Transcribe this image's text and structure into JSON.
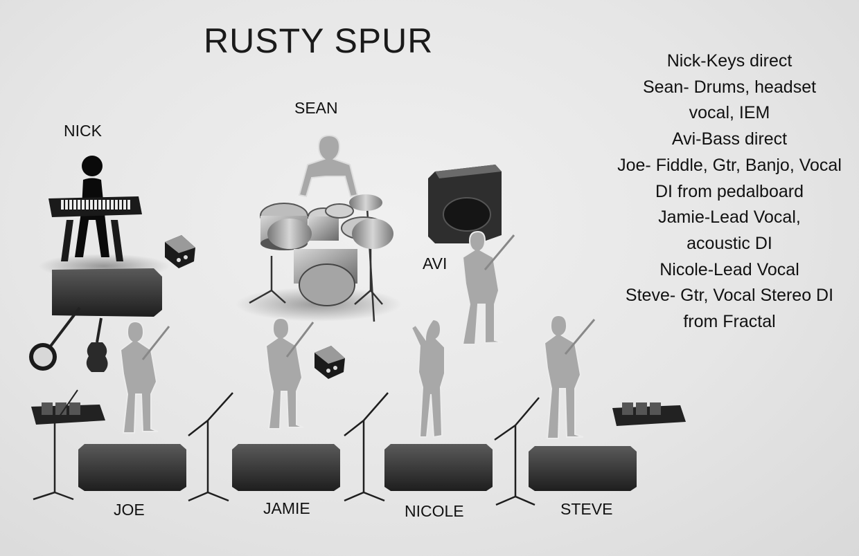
{
  "title": "RUSTY SPUR",
  "labels": {
    "nick": "NICK",
    "sean": "SEAN",
    "avi": "AVI",
    "joe": "JOE",
    "jamie": "JAMIE",
    "nicole": "NICOLE",
    "steve": "STEVE"
  },
  "notes": [
    "Nick-Keys direct",
    "Sean- Drums, headset",
    "vocal, IEM",
    "Avi-Bass direct",
    "Joe- Fiddle, Gtr, Banjo, Vocal",
    "DI from pedalboard",
    "Jamie-Lead Vocal,",
    "acoustic DI",
    "Nicole-Lead Vocal",
    "Steve- Gtr, Vocal Stereo DI",
    "from Fractal"
  ],
  "colors": {
    "background": "#e6e6e6",
    "monitor": "#3a3a3a",
    "silhouette": "#a8a8a8",
    "text": "#111111"
  }
}
